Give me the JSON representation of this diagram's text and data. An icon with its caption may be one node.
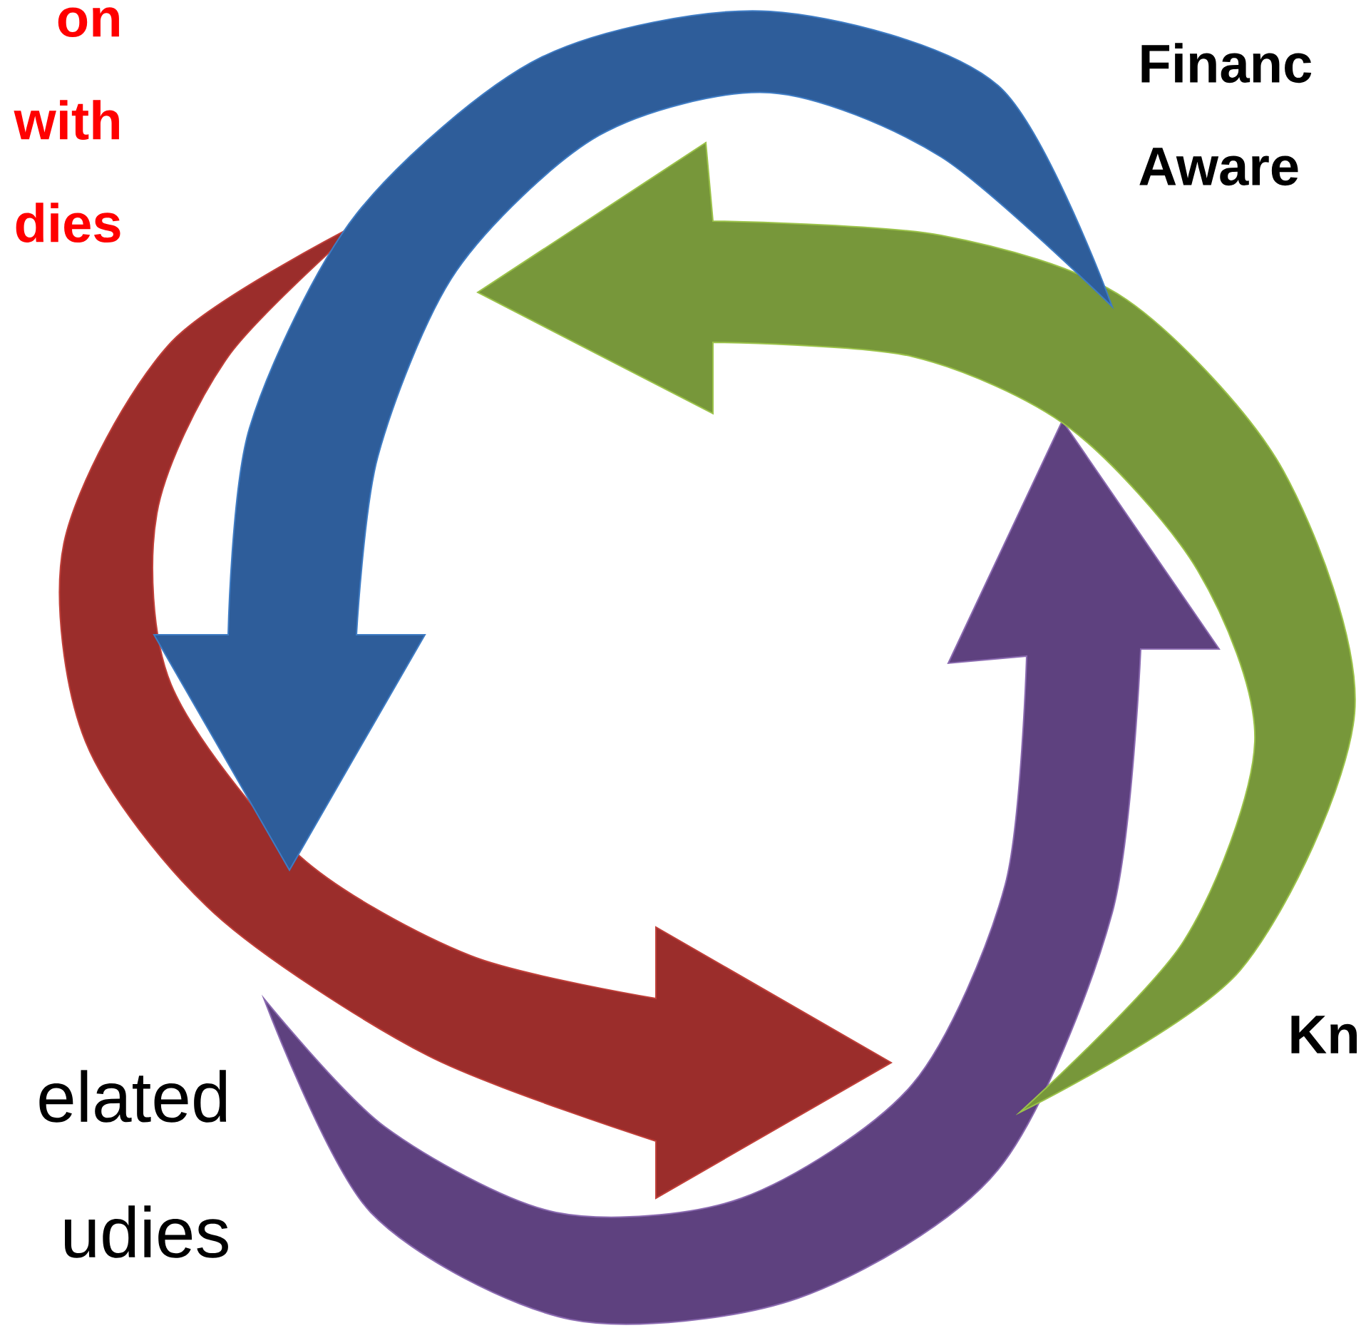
{
  "diagram": {
    "labels": [
      "on with dies",
      "Financ Aware",
      "Kn",
      "elated udies"
    ]
  }
}
